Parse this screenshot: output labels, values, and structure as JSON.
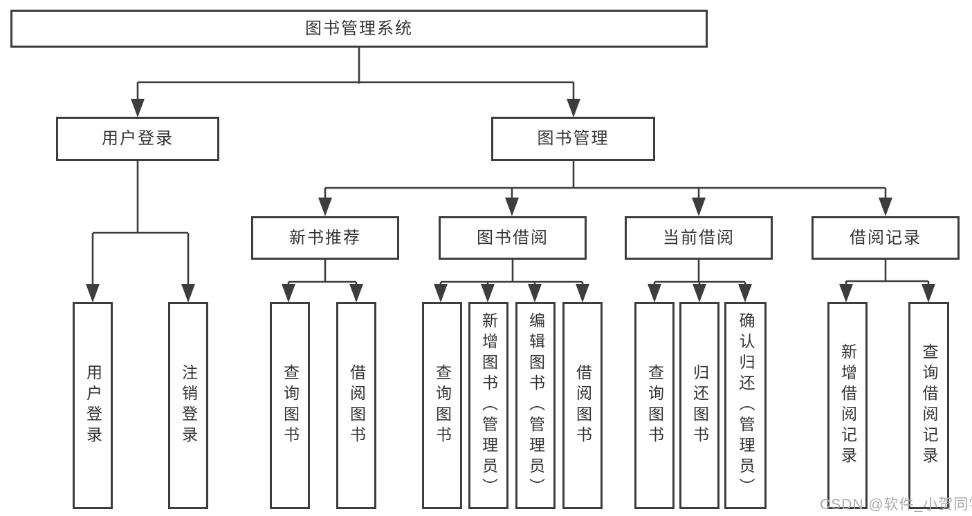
{
  "colors": {
    "line": "#3d3d3d",
    "fill": "#ffffff",
    "text": "#333333",
    "wm": "#a9abae"
  },
  "watermark": "CSDN @软件_小贺同学",
  "tree": {
    "root": "图书管理系统",
    "branches": [
      {
        "label": "用户登录",
        "children": [
          "用户登录",
          "注销登录"
        ]
      },
      {
        "label": "图书管理",
        "groups": [
          {
            "label": "新书推荐",
            "children": [
              "查询图书",
              "借阅图书"
            ]
          },
          {
            "label": "图书借阅",
            "children": [
              "查询图书",
              "新增图书（管理员）",
              "编辑图书（管理员）",
              "借阅图书"
            ]
          },
          {
            "label": "当前借阅",
            "children": [
              "查询图书",
              "归还图书",
              "确认归还（管理员）"
            ]
          },
          {
            "label": "借阅记录",
            "children": [
              "新增借阅记录",
              "查询借阅记录"
            ]
          }
        ]
      }
    ]
  }
}
